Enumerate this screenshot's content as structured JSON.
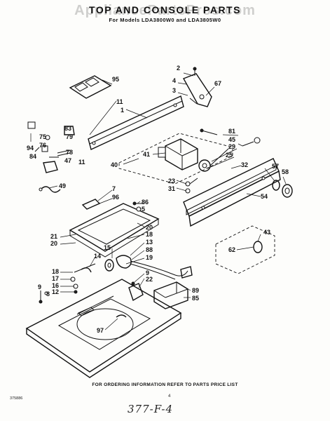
{
  "header": {
    "title": "TOP AND CONSOLE PARTS",
    "subtitle": "For Models LDA3800W0 and LDA3805W0",
    "watermark": "AppliancePartsPros.com"
  },
  "footer": {
    "ordering_note": "FOR ORDERING INFORMATION REFER TO PARTS PRICE LIST",
    "part_code": "375886",
    "page_number": "4",
    "handwritten_note": "377-F-4"
  },
  "callouts": [
    {
      "id": "c95",
      "text": "95"
    },
    {
      "id": "c2",
      "text": "2"
    },
    {
      "id": "c4",
      "text": "4"
    },
    {
      "id": "c3",
      "text": "3"
    },
    {
      "id": "c67",
      "text": "67"
    },
    {
      "id": "c11a",
      "text": "11"
    },
    {
      "id": "c1",
      "text": "1"
    },
    {
      "id": "c83",
      "text": "83"
    },
    {
      "id": "c75",
      "text": "75"
    },
    {
      "id": "c79",
      "text": "79"
    },
    {
      "id": "c76",
      "text": "76"
    },
    {
      "id": "c94",
      "text": "94"
    },
    {
      "id": "c78",
      "text": "78"
    },
    {
      "id": "c84",
      "text": "84"
    },
    {
      "id": "c47",
      "text": "47"
    },
    {
      "id": "c11b",
      "text": "11"
    },
    {
      "id": "c81",
      "text": "81"
    },
    {
      "id": "c45",
      "text": "45"
    },
    {
      "id": "c29",
      "text": "29"
    },
    {
      "id": "c25",
      "text": "25"
    },
    {
      "id": "c41",
      "text": "41"
    },
    {
      "id": "c40",
      "text": "40"
    },
    {
      "id": "c32",
      "text": "32"
    },
    {
      "id": "c57",
      "text": "57"
    },
    {
      "id": "c58",
      "text": "58"
    },
    {
      "id": "c23",
      "text": "23"
    },
    {
      "id": "c31",
      "text": "31"
    },
    {
      "id": "c49",
      "text": "49"
    },
    {
      "id": "c7",
      "text": "7"
    },
    {
      "id": "c96",
      "text": "96"
    },
    {
      "id": "c86",
      "text": "86"
    },
    {
      "id": "c5",
      "text": "5"
    },
    {
      "id": "c54",
      "text": "54"
    },
    {
      "id": "c20a",
      "text": "20"
    },
    {
      "id": "c18a",
      "text": "18"
    },
    {
      "id": "c21",
      "text": "21"
    },
    {
      "id": "c20b",
      "text": "20"
    },
    {
      "id": "c13",
      "text": "13"
    },
    {
      "id": "c15",
      "text": "15"
    },
    {
      "id": "c88",
      "text": "88"
    },
    {
      "id": "c43",
      "text": "43"
    },
    {
      "id": "c62",
      "text": "62"
    },
    {
      "id": "c14",
      "text": "14"
    },
    {
      "id": "c19",
      "text": "19"
    },
    {
      "id": "c18b",
      "text": "18"
    },
    {
      "id": "c17",
      "text": "17"
    },
    {
      "id": "c16",
      "text": "16"
    },
    {
      "id": "c12",
      "text": "12"
    },
    {
      "id": "c9a",
      "text": "9"
    },
    {
      "id": "c22",
      "text": "22"
    },
    {
      "id": "c9b",
      "text": "9"
    },
    {
      "id": "c8",
      "text": "8"
    },
    {
      "id": "c89",
      "text": "89"
    },
    {
      "id": "c85",
      "text": "85"
    },
    {
      "id": "c97",
      "text": "97"
    }
  ]
}
